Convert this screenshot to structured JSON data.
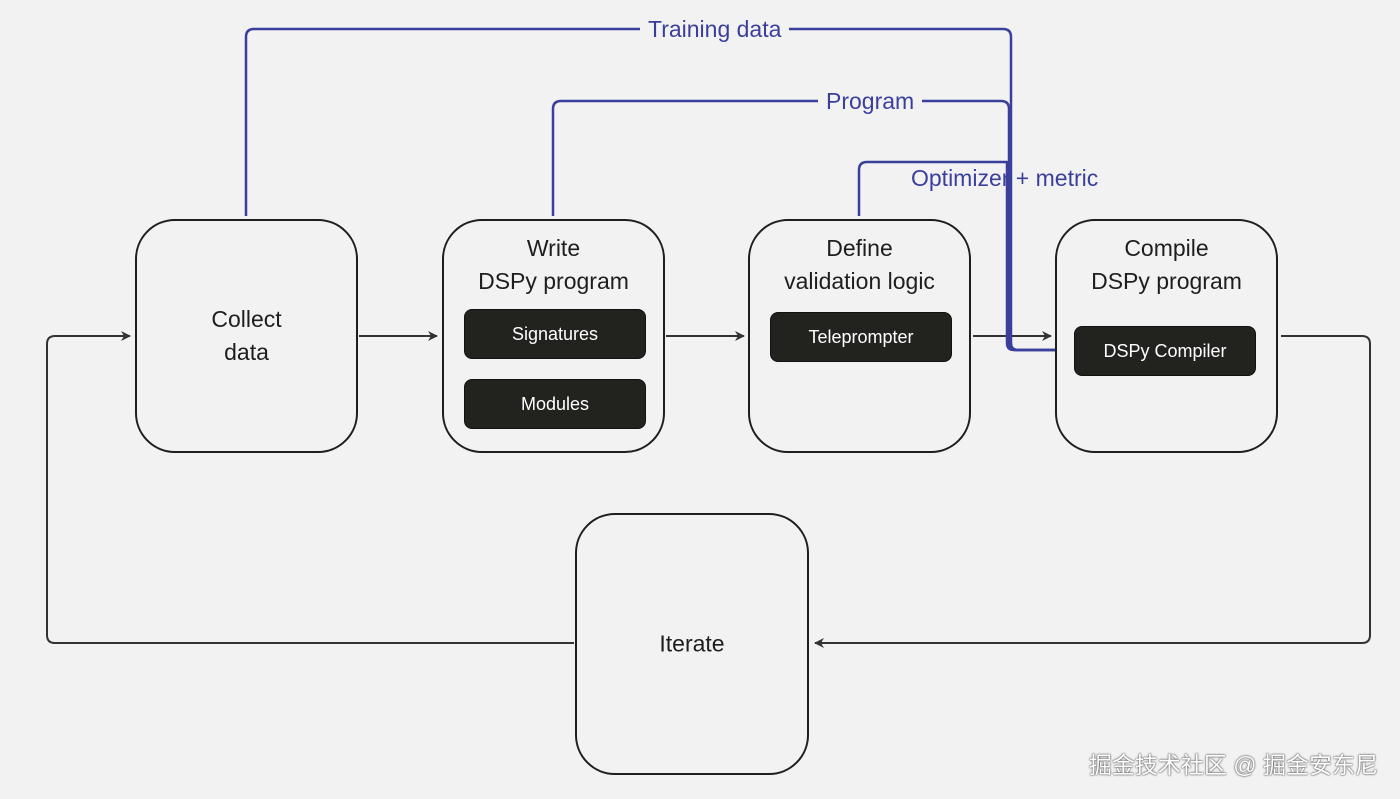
{
  "nodes": {
    "collect": {
      "line1": "Collect",
      "line2": "data"
    },
    "write": {
      "line1": "Write",
      "line2": "DSPy program",
      "chips": [
        "Signatures",
        "Modules"
      ]
    },
    "define": {
      "line1": "Define",
      "line2": "validation logic",
      "chips": [
        "Teleprompter"
      ]
    },
    "compile": {
      "line1": "Compile",
      "line2": "DSPy program",
      "chips": [
        "DSPy Compiler"
      ]
    },
    "iterate": {
      "label": "Iterate"
    }
  },
  "edge_labels": {
    "training": "Training data",
    "program": "Program",
    "optimizer": "Optimizer + metric"
  },
  "colors": {
    "flow_line": "#333333",
    "data_line": "#3b3f9c",
    "node_border": "#1e1e1e",
    "chip_fill": "#22221f",
    "background": "#f2f2f2"
  },
  "watermark": "掘金技术社区 @ 掘金安东尼"
}
